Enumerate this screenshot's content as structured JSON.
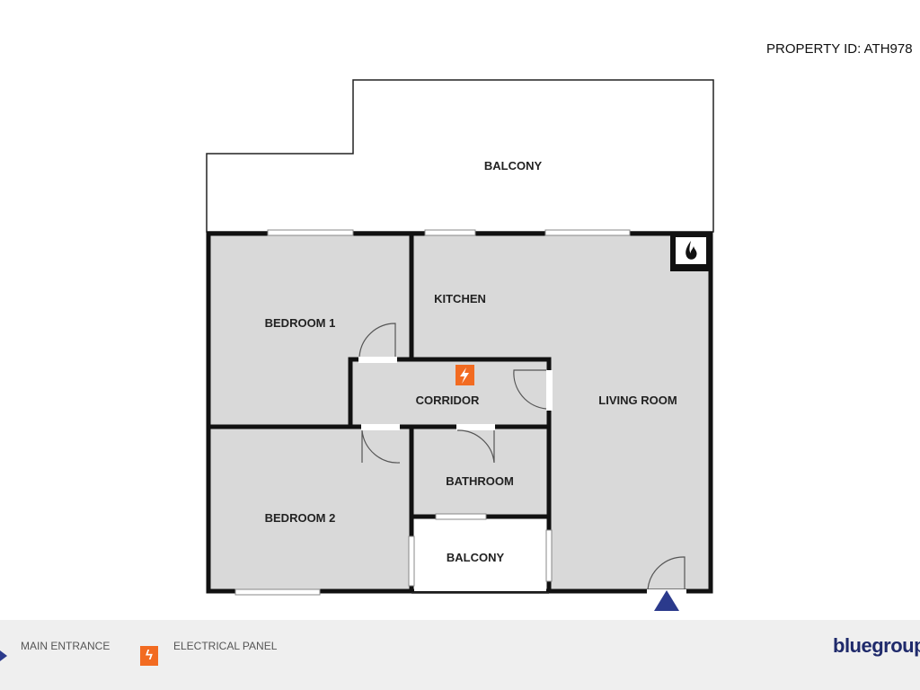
{
  "property_id": "PROPERTY ID: ATH978",
  "rooms": {
    "balcony_top": "BALCONY",
    "kitchen": "KITCHEN",
    "bedroom1": "BEDROOM 1",
    "corridor": "CORRIDOR",
    "living_room": "LIVING ROOM",
    "bathroom": "BATHROOM",
    "bedroom2": "BEDROOM 2",
    "balcony_small": "BALCONY"
  },
  "legend": {
    "main_entrance": "MAIN ENTRANCE",
    "electrical_panel": "ELECTRICAL PANEL",
    "electrical_icon": "lightning-bolt",
    "fireplace_icon": "flame"
  },
  "brand": "bluegroup",
  "colors": {
    "room_fill": "#d9d9d9",
    "wall": "#111111",
    "entrance": "#2b3a8c",
    "electrical": "#f26b21",
    "footer": "#efefef"
  }
}
